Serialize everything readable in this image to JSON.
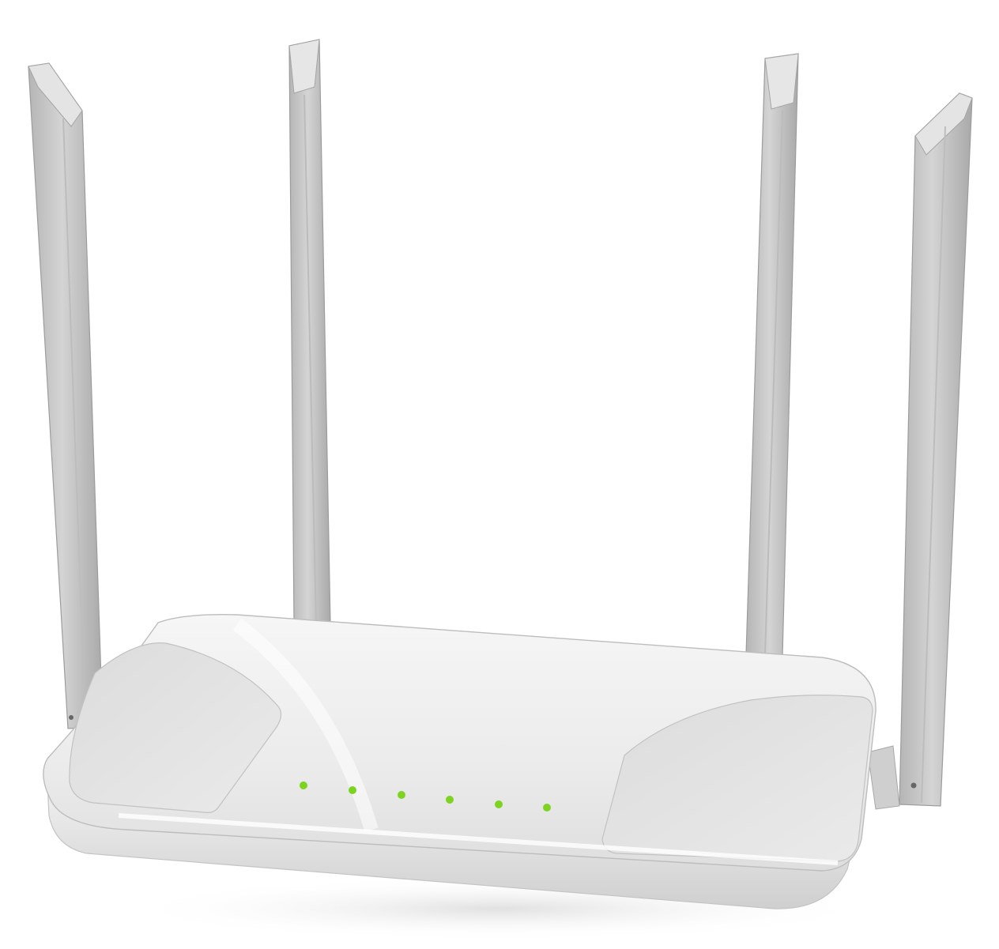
{
  "image": {
    "subject": "wireless-router",
    "background_color": "#ffffff"
  },
  "router": {
    "body_color": "#ededed",
    "antenna_color": "#c8c8c8",
    "antenna_count": 4,
    "status_led_count": 6,
    "led_color": "#7ed321"
  }
}
